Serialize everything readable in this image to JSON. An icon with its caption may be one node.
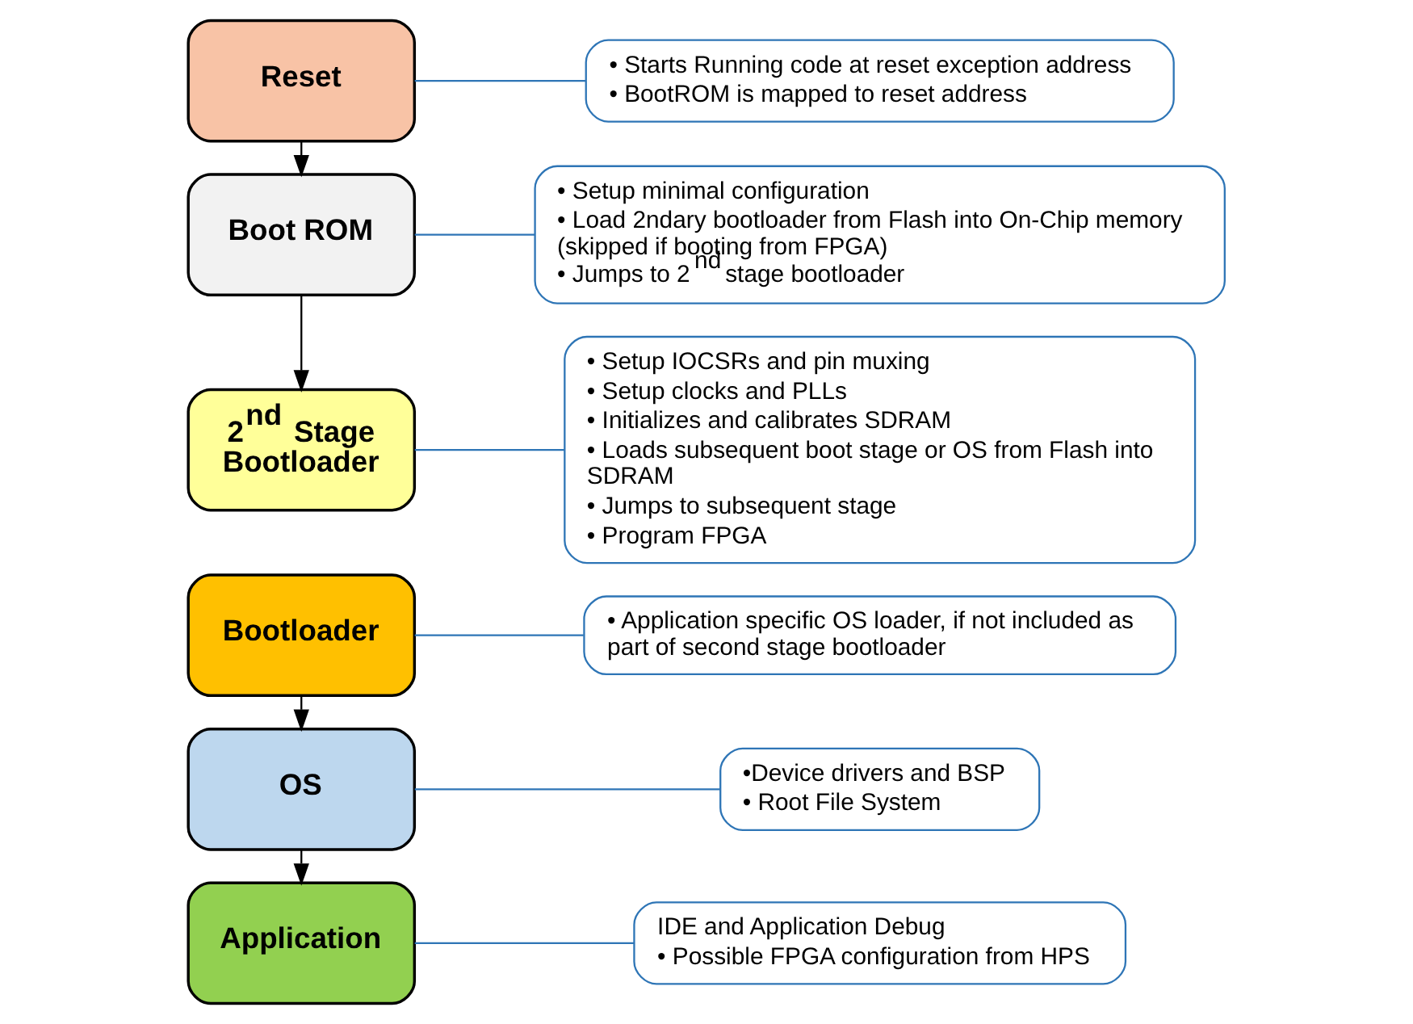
{
  "diagram": {
    "nodes": [
      {
        "text": [
          "Reset"
        ]
      },
      {
        "text": [
          "• Starts Running code at reset exception address",
          "• BootROM is mapped to reset address"
        ]
      },
      {
        "text": [
          "Boot ROM"
        ]
      },
      {
        "text": [
          "• Setup minimal configuration",
          "• Load 2ndary bootloader from Flash into On-Chip memory (skipped if booting from FPGA)",
          "• Jumps to 2$^{nd}$ stage bootloader"
        ]
      },
      {
        "text": [
          "2$^{nd}$ Stage Bootloader"
        ]
      },
      {
        "text": [
          "• Setup IOCSRs and pin muxing",
          "• Setup clocks and PLLs",
          "• Initializes and calibrates SDRAM",
          "• Loads subsequent boot stage or OS from Flash into SDRAM",
          "• Jumps to subsequent stage",
          "• Program FPGA"
        ]
      },
      {
        "text": [
          "Bootloader"
        ]
      },
      {
        "text": [
          "• Application specific OS loader, if not included as part of second stage bootloader"
        ]
      },
      {
        "text": [
          "OS"
        ]
      },
      {
        "text": [
          "•Device drivers and BSP",
          "• Root File System"
        ]
      },
      {
        "text": [
          "Application"
        ]
      },
      {
        "text": [
          "IDE and Application Debug",
          "• Possible FPGA configuration from HPS"
        ]
      }
    ],
    "edges": [
      {
        "from": 0,
        "to": 2,
        "arrow": "to",
        "color": "#000000"
      },
      {
        "from": 2,
        "to": 4,
        "arrow": "to",
        "color": "#000000"
      },
      {
        "from": 6,
        "to": 8,
        "arrow": "to",
        "color": "#000000"
      },
      {
        "from": 8,
        "to": 10,
        "arrow": "to",
        "color": "#000000"
      },
      {
        "from": 0,
        "to": 1,
        "arrow": "none"
      },
      {
        "from": 2,
        "to": 3,
        "arrow": "none"
      },
      {
        "from": 4,
        "to": 5,
        "arrow": "none"
      },
      {
        "from": 6,
        "to": 7,
        "arrow": "none"
      },
      {
        "from": 8,
        "to": 9,
        "arrow": "none"
      },
      {
        "from": 10,
        "to": 11,
        "arrow": "none"
      }
    ]
  }
}
